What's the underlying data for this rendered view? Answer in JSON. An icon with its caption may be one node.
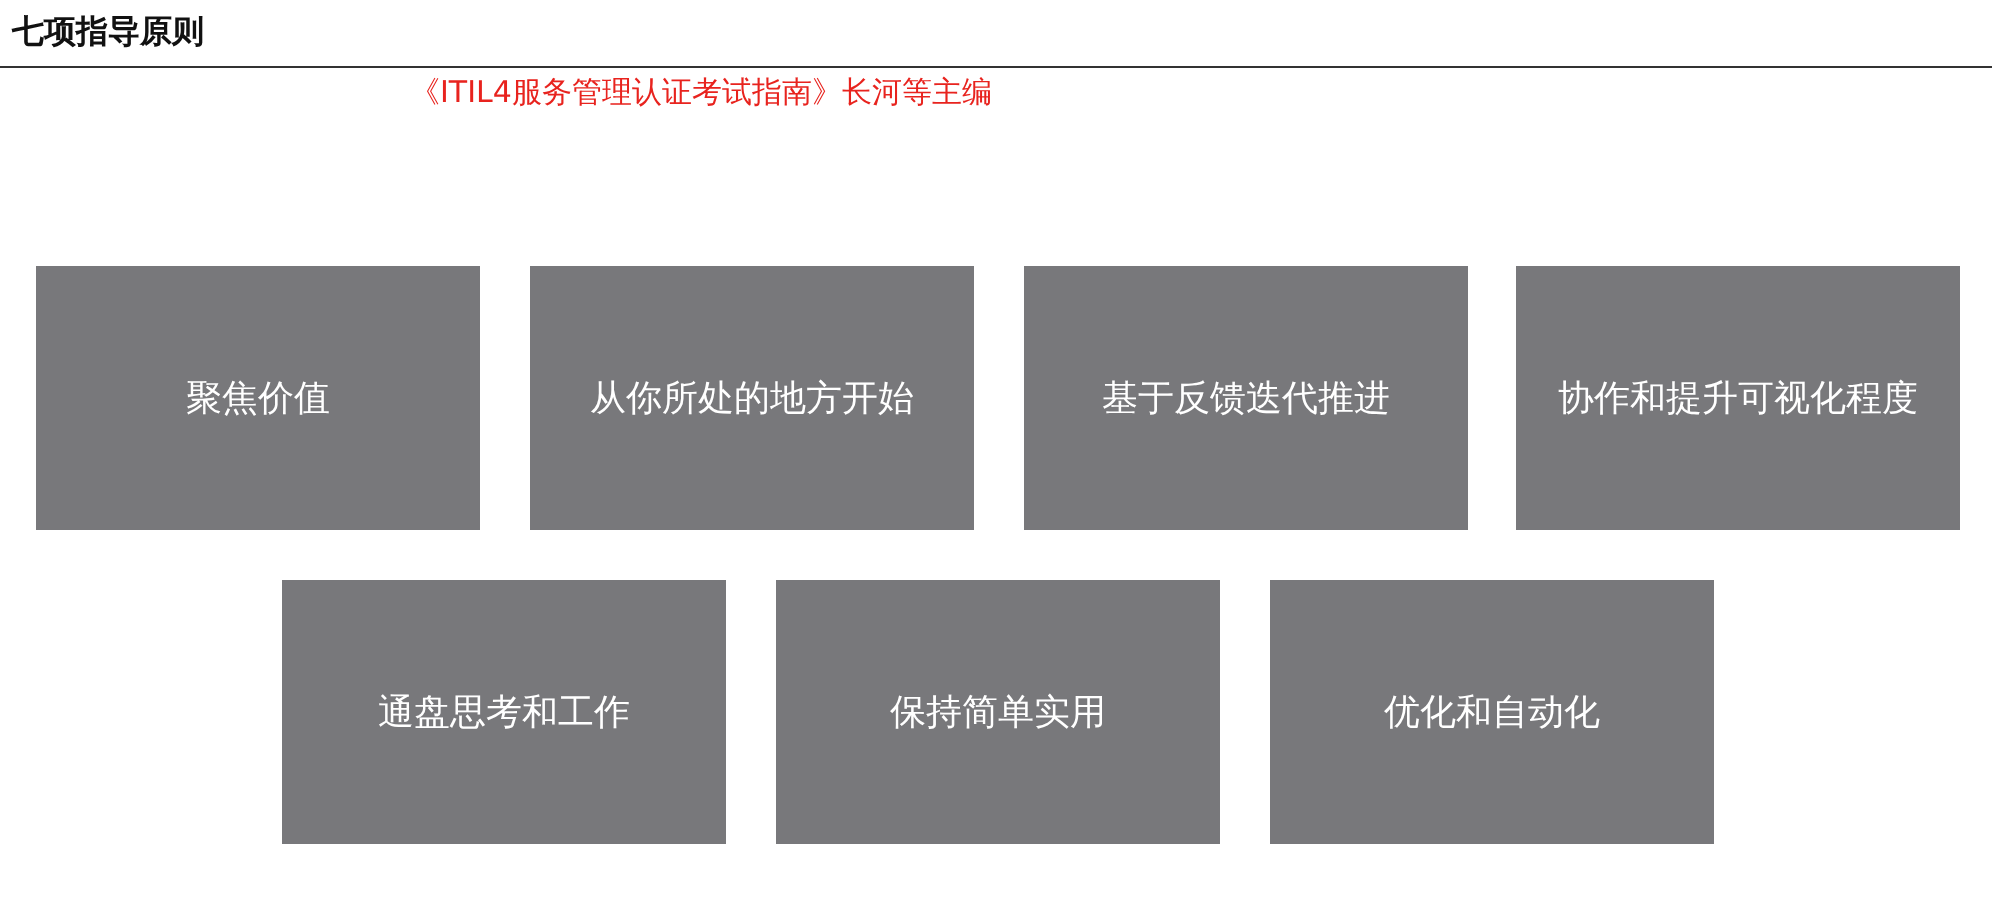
{
  "diagram": {
    "title": "七项指导原则",
    "nodes": [
      {
        "text": [
          "聚焦价值"
        ]
      },
      {
        "text": [
          "从你所处的地方开始"
        ]
      },
      {
        "text": [
          "基于反馈迭代推进"
        ]
      },
      {
        "text": [
          "协作和提升可视化程度"
        ]
      },
      {
        "text": [
          "通盘思考和工作"
        ]
      },
      {
        "text": [
          "保持简单实用"
        ]
      },
      {
        "text": [
          "优化和自动化"
        ]
      }
    ],
    "labels": [
      "《ITIL4服务管理认证考试指南》长河等主编"
    ]
  }
}
